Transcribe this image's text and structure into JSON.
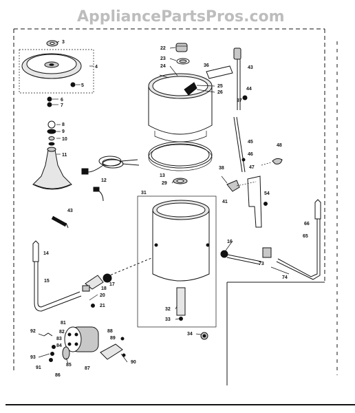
{
  "watermark": "AppliancePartsPros.com",
  "labels": {
    "p3": "3",
    "p4": "4",
    "p5": "5",
    "p6": "6",
    "p7": "7",
    "p8": "8",
    "p9": "9",
    "p10": "10",
    "p11": "11",
    "p12": "12",
    "p13": "13",
    "p14": "14",
    "p15": "15",
    "p16": "16",
    "p17": "17",
    "p18": "18",
    "p20": "20",
    "p21": "21",
    "p22": "22",
    "p23": "23",
    "p24": "24",
    "p25": "25",
    "p26": "26",
    "p29": "29",
    "p31": "31",
    "p32": "32",
    "p33": "33",
    "p34": "34",
    "p36": "36",
    "p37": "37",
    "p38": "38",
    "p41": "41",
    "p43a": "43",
    "p43b": "43",
    "p44": "44",
    "p45": "45",
    "p46": "46",
    "p47": "47",
    "p48": "48",
    "p54": "54",
    "p65": "65",
    "p66": "66",
    "p73": "73",
    "p74": "74",
    "p81": "81",
    "p82": "82",
    "p83": "83",
    "p84": "84",
    "p85": "85",
    "p86": "86",
    "p87": "87",
    "p88": "88",
    "p89": "89",
    "p90": "90",
    "p91": "91",
    "p92": "92",
    "p93": "93"
  }
}
